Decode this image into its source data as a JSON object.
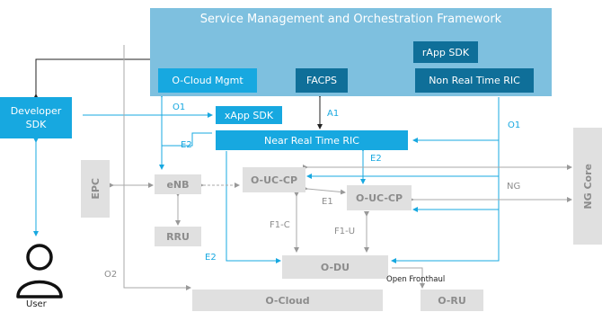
{
  "diagram": {
    "smo_title": "Service Management and Orchestration Framework",
    "nodes": {
      "rapp_sdk": "rApp SDK",
      "non_rt_ric": "Non Real Time RIC",
      "ocloud_mgmt": "O-Cloud Mgmt",
      "facps": "FACPS",
      "developer_sdk": "Developer SDK",
      "xapp_sdk": "xApp SDK",
      "near_rt_ric": "Near Real Time RIC",
      "epc": "EPC",
      "enb": "eNB",
      "ouc_cp_1": "O-UC-CP",
      "ouc_cp_2": "O-UC-CP",
      "rru": "RRU",
      "o_du": "O-DU",
      "o_cloud": "O-Cloud",
      "o_ru": "O-RU",
      "ng_core": "NG Core",
      "user": "User"
    },
    "interfaces": {
      "o1_left": "O1",
      "a1": "A1",
      "o1_right": "O1",
      "e2_top_left": "E2",
      "e2_right": "E2",
      "e1": "E1",
      "ng": "NG",
      "f1c": "F1-C",
      "f1u": "F1-U",
      "e2_bottom": "E2",
      "o2": "O2",
      "open_fronthaul": "Open Fronthaul"
    },
    "colors": {
      "smo_bg": "#7ec0df",
      "cyan": "#17a8e0",
      "navy": "#0f6f99",
      "gray_box": "#e0e0e0",
      "gray_text": "#8c8c8c"
    }
  }
}
